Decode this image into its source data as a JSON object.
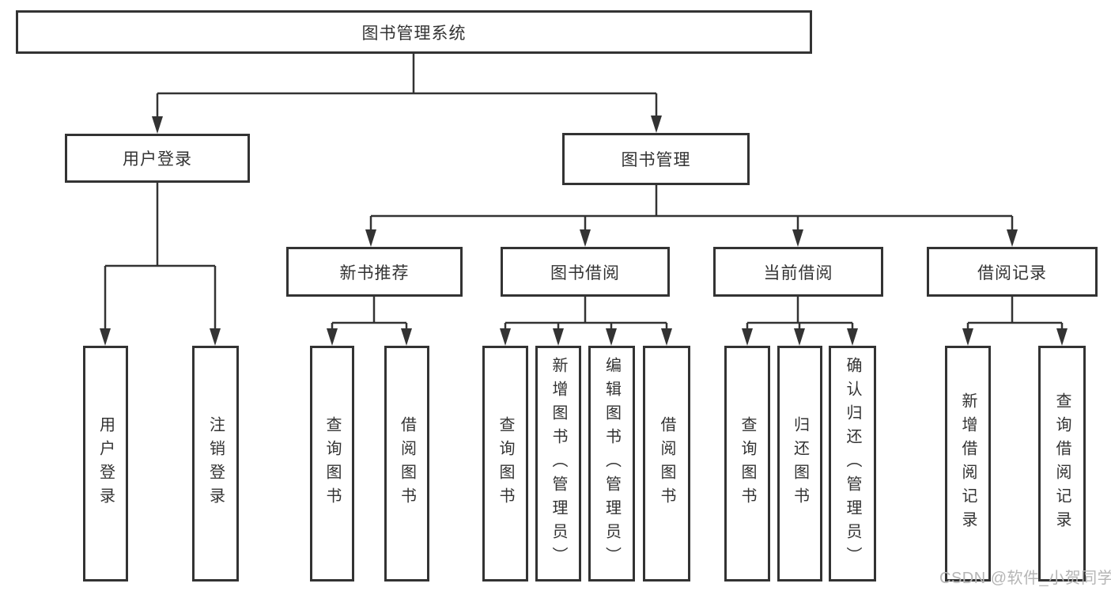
{
  "colors": {
    "background": "#ffffff",
    "line": "#333333",
    "box_border": "#333333",
    "text": "#333333",
    "watermark": "#b5b5b5"
  },
  "watermark": {
    "text": "CSDN @软件_小贺同学"
  },
  "nodes": {
    "root": "图书管理系统",
    "user_login": "用户登录",
    "book_management": "图书管理",
    "new_book_recommend": "新书推荐",
    "book_borrow": "图书借阅",
    "current_borrow": "当前借阅",
    "borrow_record": "借阅记录",
    "leaf_user_login": "用户登录",
    "leaf_logout": "注销登录",
    "leaf_nb_query_book": "查询图书",
    "leaf_nb_borrow_book": "借阅图书",
    "leaf_bb_query_book": "查询图书",
    "leaf_bb_add_book": "新增图书（管理员）",
    "leaf_bb_edit_book": "编辑图书（管理员）",
    "leaf_bb_borrow_book": "借阅图书",
    "leaf_cb_query_book": "查询图书",
    "leaf_cb_return_book": "归还图书",
    "leaf_cb_confirm_return": "确认归还（管理员）",
    "leaf_br_add_record": "新增借阅记录",
    "leaf_br_query_record": "查询借阅记录"
  }
}
